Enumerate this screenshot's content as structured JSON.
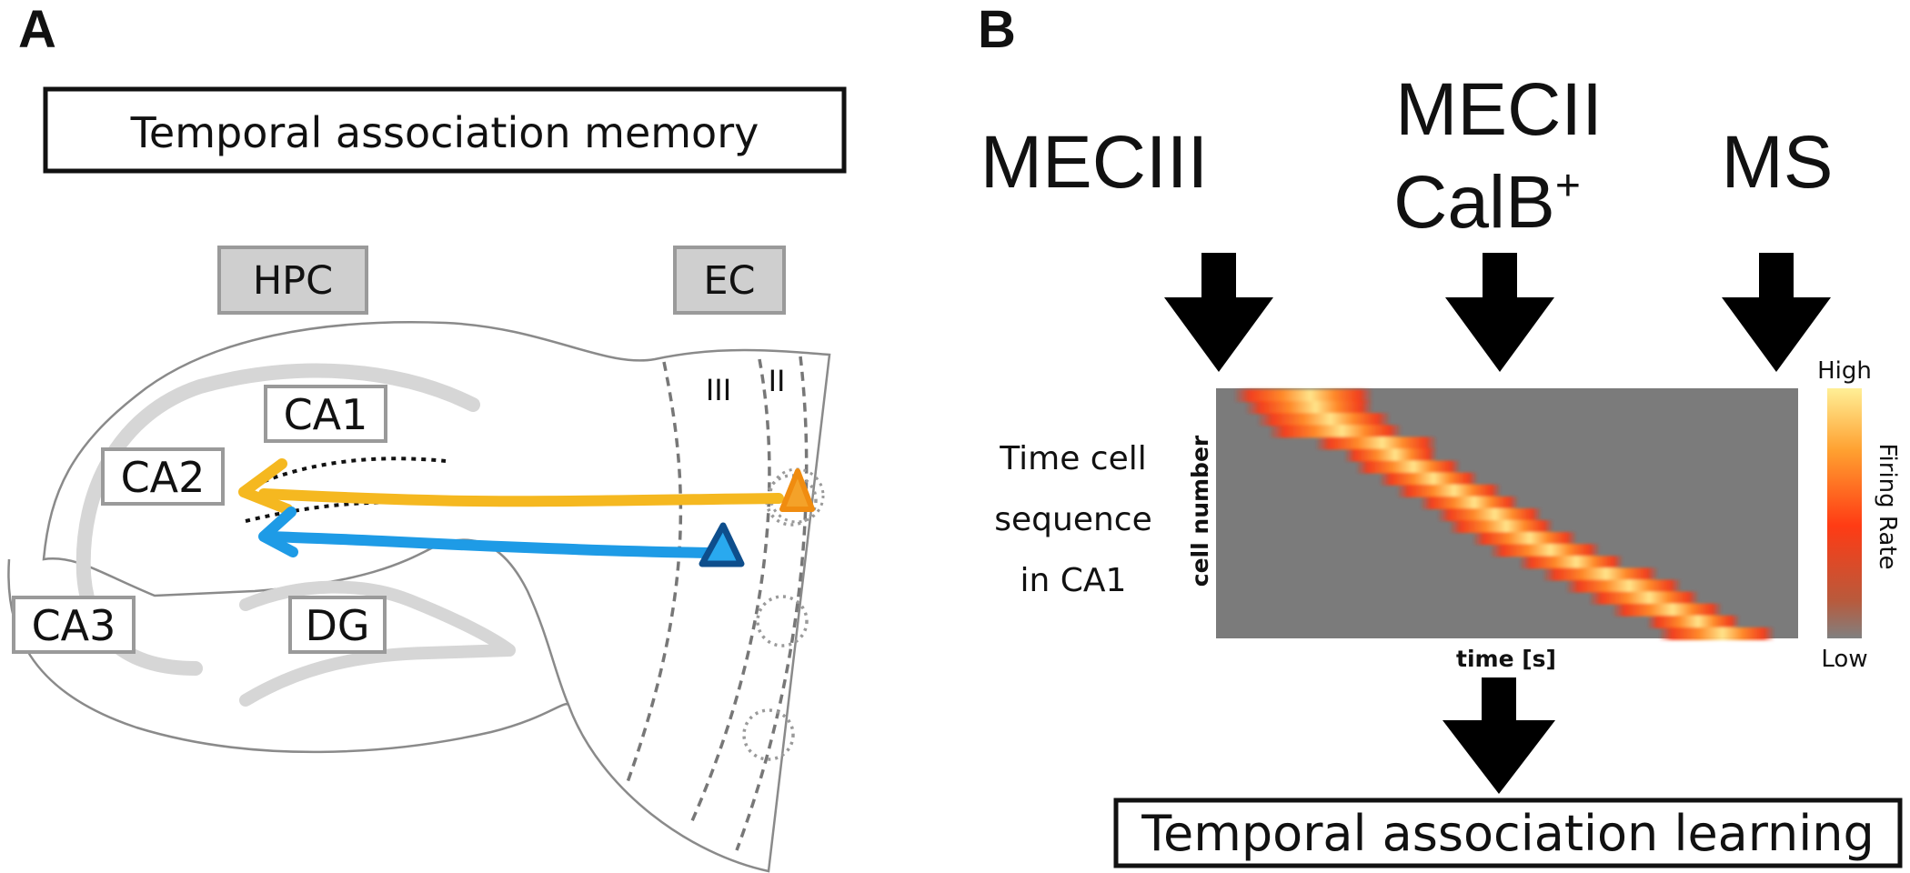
{
  "panels": {
    "a_label": "A",
    "b_label": "B"
  },
  "panel_a": {
    "title": "Temporal association memory",
    "hpc_label": "HPC",
    "ec_label": "EC",
    "regions": {
      "ca1": "CA1",
      "ca2": "CA2",
      "ca3": "CA3",
      "dg": "DG"
    },
    "layers": {
      "iii": "III",
      "ii": "II"
    },
    "colors": {
      "yellow_pathway": "#f5b820",
      "blue_pathway": "#1e9be6",
      "orange_cell": "#f09a1c",
      "blue_cell": "#1b8ee0",
      "region_box_gray": "#cfcfcf"
    }
  },
  "panel_b": {
    "inputs": {
      "meciii": "MECIII",
      "mecii_line1": "MECII",
      "mecii_line2": "CalB",
      "mecii_sup": "+",
      "ms": "MS"
    },
    "side_label": {
      "line1": "Time cell",
      "line2": "sequence",
      "line3": "in CA1"
    },
    "y_axis": "cell number",
    "x_axis": "time [s]",
    "colorbar": {
      "high": "High",
      "low": "Low",
      "label": "Firing Rate"
    },
    "output": "Temporal association learning",
    "colors": {
      "heatmap_bg": "#7b7b7b",
      "low": "#808080",
      "mid": "#ff3b14",
      "high": "#ffef96"
    }
  },
  "chart_data": {
    "type": "heatmap",
    "xlabel": "time [s]",
    "ylabel": "cell number",
    "colorbar_label": "Firing Rate",
    "colorbar_ticks": [
      "Low",
      "High"
    ],
    "description_note": "",
    "rows": [
      {
        "cell": 1,
        "start": 0.03,
        "peak": 0.2,
        "end": 0.27
      },
      {
        "cell": 2,
        "start": 0.05,
        "peak": 0.19,
        "end": 0.27
      },
      {
        "cell": 3,
        "start": 0.07,
        "peak": 0.21,
        "end": 0.3
      },
      {
        "cell": 4,
        "start": 0.09,
        "peak": 0.25,
        "end": 0.32
      },
      {
        "cell": 5,
        "start": 0.17,
        "peak": 0.33,
        "end": 0.38
      },
      {
        "cell": 6,
        "start": 0.22,
        "peak": 0.33,
        "end": 0.38
      },
      {
        "cell": 7,
        "start": 0.24,
        "peak": 0.36,
        "end": 0.42
      },
      {
        "cell": 8,
        "start": 0.28,
        "peak": 0.38,
        "end": 0.45
      },
      {
        "cell": 9,
        "start": 0.31,
        "peak": 0.42,
        "end": 0.49
      },
      {
        "cell": 10,
        "start": 0.35,
        "peak": 0.44,
        "end": 0.52
      },
      {
        "cell": 11,
        "start": 0.38,
        "peak": 0.48,
        "end": 0.56
      },
      {
        "cell": 12,
        "start": 0.4,
        "peak": 0.5,
        "end": 0.58
      },
      {
        "cell": 13,
        "start": 0.44,
        "peak": 0.53,
        "end": 0.62
      },
      {
        "cell": 14,
        "start": 0.47,
        "peak": 0.57,
        "end": 0.66
      },
      {
        "cell": 15,
        "start": 0.52,
        "peak": 0.61,
        "end": 0.7
      },
      {
        "cell": 16,
        "start": 0.56,
        "peak": 0.66,
        "end": 0.76
      },
      {
        "cell": 17,
        "start": 0.6,
        "peak": 0.7,
        "end": 0.8
      },
      {
        "cell": 18,
        "start": 0.64,
        "peak": 0.74,
        "end": 0.83
      },
      {
        "cell": 19,
        "start": 0.68,
        "peak": 0.78,
        "end": 0.87
      },
      {
        "cell": 20,
        "start": 0.74,
        "peak": 0.82,
        "end": 0.9
      },
      {
        "cell": 21,
        "start": 0.76,
        "peak": 0.87,
        "end": 0.96
      }
    ]
  }
}
